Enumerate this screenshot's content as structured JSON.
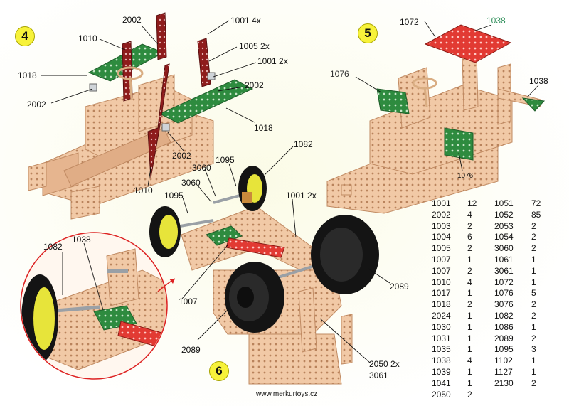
{
  "steps": [
    {
      "number": "4"
    },
    {
      "number": "5"
    },
    {
      "number": "6"
    }
  ],
  "labels": {
    "s4_2002_top": "2002",
    "s4_1001_4x": "1001 4x",
    "s4_1010_top": "1010",
    "s4_1005_2x": "1005 2x",
    "s4_1001_2x": "1001 2x",
    "s4_1018_left": "1018",
    "s4_2002_right": "2002",
    "s4_2002_left": "2002",
    "s4_1018_right": "1018",
    "s4_2002_bottom": "2002",
    "s4_1010_bottom": "1010",
    "s5_1072": "1072",
    "s5_1038_top": "1038",
    "s5_1076_left": "1076",
    "s5_1038_right": "1038",
    "s5_1076_bottom": "1076",
    "s6_1082_top": "1082",
    "s6_1095_top": "1095",
    "s6_3060_top": "3060",
    "s6_3060_left": "3060",
    "s6_1095_left": "1095",
    "s6_1001_2x": "1001 2x",
    "s6_1082_detail": "1082",
    "s6_1038_detail": "1038",
    "s6_1007": "1007",
    "s6_2089_right": "2089",
    "s6_2089_left": "2089",
    "s6_2050_2x": "2050 2x",
    "s6_3061": "3061"
  },
  "parts_list": [
    [
      "1001",
      "12",
      "1051",
      "72"
    ],
    [
      "2002",
      "4",
      "1052",
      "85"
    ],
    [
      "1003",
      "2",
      "2053",
      "2"
    ],
    [
      "1004",
      "6",
      "1054",
      "2"
    ],
    [
      "1005",
      "2",
      "3060",
      "2"
    ],
    [
      "1007",
      "1",
      "1061",
      "1"
    ],
    [
      "1007",
      "2",
      "3061",
      "1"
    ],
    [
      "1010",
      "4",
      "1072",
      "1"
    ],
    [
      "1017",
      "1",
      "1076",
      "5"
    ],
    [
      "1018",
      "2",
      "3076",
      "2"
    ],
    [
      "2024",
      "1",
      "1082",
      "2"
    ],
    [
      "1030",
      "1",
      "1086",
      "1"
    ],
    [
      "1031",
      "1",
      "2089",
      "2"
    ],
    [
      "1035",
      "1",
      "1095",
      "3"
    ],
    [
      "1038",
      "4",
      "1102",
      "1"
    ],
    [
      "1039",
      "1",
      "1127",
      "1"
    ],
    [
      "1041",
      "1",
      "2130",
      "2"
    ],
    [
      "2050",
      "2",
      "",
      ""
    ]
  ],
  "footer": {
    "url": "www.merkurtoys.cz"
  },
  "colors": {
    "wood": "#f1c9a6",
    "wood_dark": "#d49a72",
    "green_plate": "#2e8b3f",
    "red_plate": "#e23a33",
    "strip_red": "#8e1c1c",
    "tire": "#141414",
    "rim": "#e7e43a",
    "badge": "#f7f23a",
    "label_green": "#2f8f5a"
  }
}
